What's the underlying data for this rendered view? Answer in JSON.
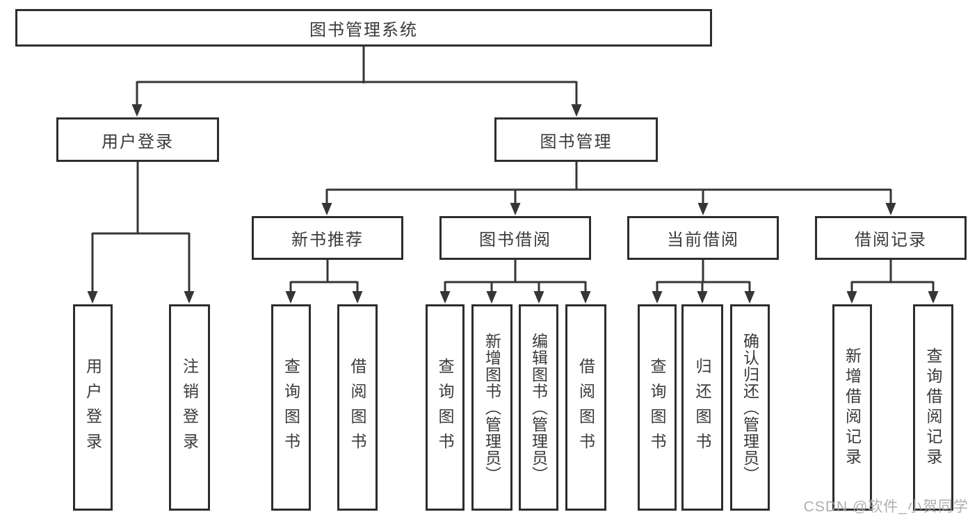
{
  "diagram": {
    "title": "图书管理系统",
    "branches": {
      "user_login": {
        "label": "用户登录",
        "children": [
          "用户登录",
          "注销登录"
        ]
      },
      "book_management": {
        "label": "图书管理",
        "children": {
          "new_book_recommend": {
            "label": "新书推荐",
            "children": [
              "查询图书",
              "借阅图书"
            ]
          },
          "book_borrow": {
            "label": "图书借阅",
            "children": [
              "查询图书",
              "新增图书（管理员）",
              "编辑图书（管理员）",
              "借阅图书"
            ]
          },
          "current_borrow": {
            "label": "当前借阅",
            "children": [
              "查询图书",
              "归还图书",
              "确认归还（管理员）"
            ]
          },
          "borrow_record": {
            "label": "借阅记录",
            "children": [
              "新增借阅记录",
              "查询借阅记录"
            ]
          }
        }
      }
    }
  },
  "watermark": {
    "text": "CSDN @软件_小贺同学"
  },
  "colors": {
    "line": "#363636",
    "box_border": "#2d2d2d",
    "box_fill": "#ffffff",
    "text": "#3a3a3a",
    "watermark": "#a6a6a6"
  }
}
